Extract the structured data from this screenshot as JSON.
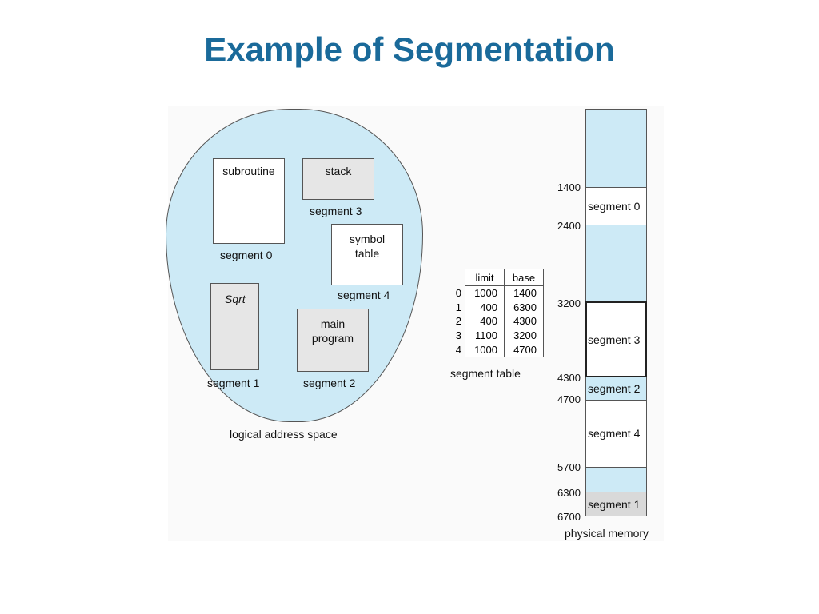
{
  "title": "Example of Segmentation",
  "logical": {
    "caption": "logical address space",
    "boxes": {
      "subroutine": "subroutine",
      "stack": "stack",
      "symbol_line1": "symbol",
      "symbol_line2": "table",
      "sqrt": "Sqrt",
      "main_line1": "main",
      "main_line2": "program"
    },
    "labels": {
      "seg0": "segment 0",
      "seg1": "segment 1",
      "seg2": "segment 2",
      "seg3": "segment 3",
      "seg4": "segment 4"
    }
  },
  "segment_table": {
    "caption": "segment table",
    "headers": [
      "limit",
      "base"
    ],
    "rows": [
      {
        "index": "0",
        "limit": "1000",
        "base": "1400"
      },
      {
        "index": "1",
        "limit": "400",
        "base": "6300"
      },
      {
        "index": "2",
        "limit": "400",
        "base": "4300"
      },
      {
        "index": "3",
        "limit": "1100",
        "base": "3200"
      },
      {
        "index": "4",
        "limit": "1000",
        "base": "4700"
      }
    ]
  },
  "physical": {
    "caption": "physical memory",
    "addresses": [
      "1400",
      "2400",
      "3200",
      "4300",
      "4700",
      "5700",
      "6300",
      "6700"
    ],
    "segments": {
      "seg0": "segment 0",
      "seg3": "segment 3",
      "seg2": "segment 2",
      "seg4": "segment 4",
      "seg1": "segment 1"
    }
  },
  "colors": {
    "title": "#1a6a9a",
    "memory_blue": "#cdeaf6",
    "segment_gray": "#d9d9d9"
  }
}
